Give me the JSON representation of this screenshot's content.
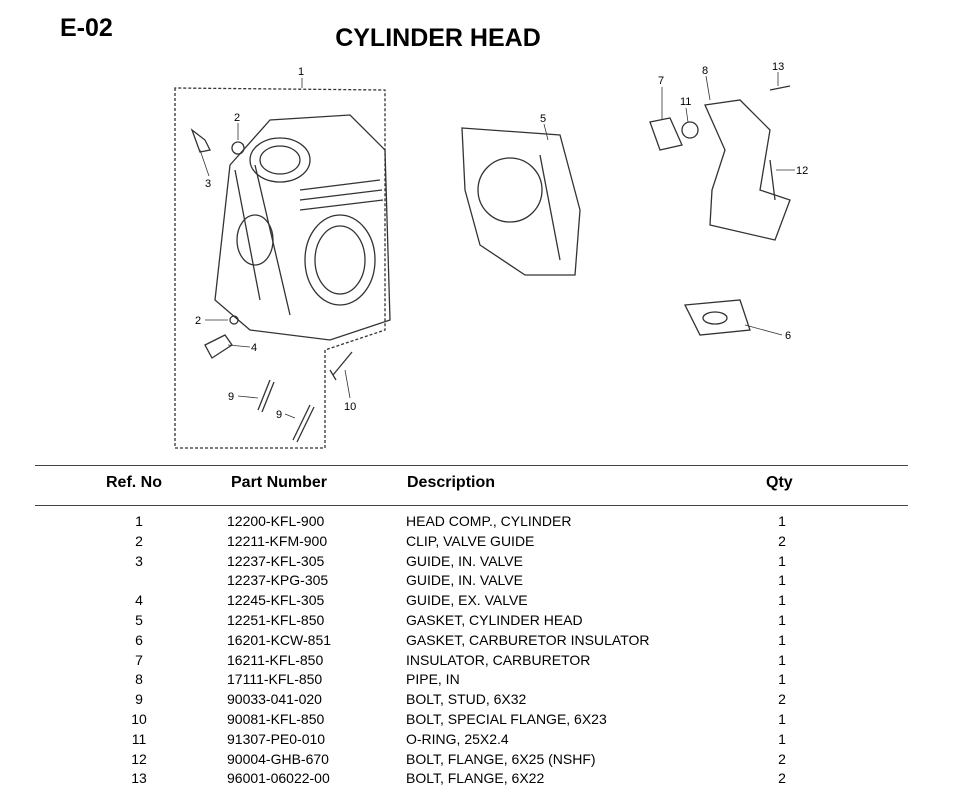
{
  "page": {
    "code": "E-02",
    "title": "CYLINDER HEAD"
  },
  "diagram": {
    "callouts": [
      "1",
      "2",
      "3",
      "2",
      "4",
      "9",
      "9",
      "10",
      "5",
      "7",
      "8",
      "11",
      "13",
      "12",
      "6"
    ]
  },
  "table": {
    "headers": {
      "ref": "Ref. No",
      "part": "Part Number",
      "desc": "Description",
      "qty": "Qty"
    },
    "rows": [
      {
        "ref": "1",
        "part": "12200-KFL-900",
        "desc": "HEAD COMP., CYLINDER",
        "qty": "1"
      },
      {
        "ref": "2",
        "part": "12211-KFM-900",
        "desc": "CLIP, VALVE GUIDE",
        "qty": "2"
      },
      {
        "ref": "3",
        "part": "12237-KFL-305",
        "desc": "GUIDE, IN. VALVE",
        "qty": "1"
      },
      {
        "ref": "",
        "part": "12237-KPG-305",
        "desc": "GUIDE, IN. VALVE",
        "qty": "1"
      },
      {
        "ref": "4",
        "part": "12245-KFL-305",
        "desc": "GUIDE, EX. VALVE",
        "qty": "1"
      },
      {
        "ref": "5",
        "part": "12251-KFL-850",
        "desc": "GASKET, CYLINDER HEAD",
        "qty": "1"
      },
      {
        "ref": "6",
        "part": "16201-KCW-851",
        "desc": "GASKET, CARBURETOR INSULATOR",
        "qty": "1"
      },
      {
        "ref": "7",
        "part": "16211-KFL-850",
        "desc": "INSULATOR, CARBURETOR",
        "qty": "1"
      },
      {
        "ref": "8",
        "part": "17111-KFL-850",
        "desc": "PIPE, IN",
        "qty": "1"
      },
      {
        "ref": "9",
        "part": "90033-041-020",
        "desc": "BOLT, STUD, 6X32",
        "qty": "2"
      },
      {
        "ref": "10",
        "part": "90081-KFL-850",
        "desc": "BOLT, SPECIAL FLANGE, 6X23",
        "qty": "1"
      },
      {
        "ref": "11",
        "part": "91307-PE0-010",
        "desc": "O-RING, 25X2.4",
        "qty": "1"
      },
      {
        "ref": "12",
        "part": "90004-GHB-670",
        "desc": "BOLT, FLANGE, 6X25 (NSHF)",
        "qty": "2"
      },
      {
        "ref": "13",
        "part": "96001-06022-00",
        "desc": "BOLT, FLANGE, 6X22",
        "qty": "2"
      }
    ]
  }
}
